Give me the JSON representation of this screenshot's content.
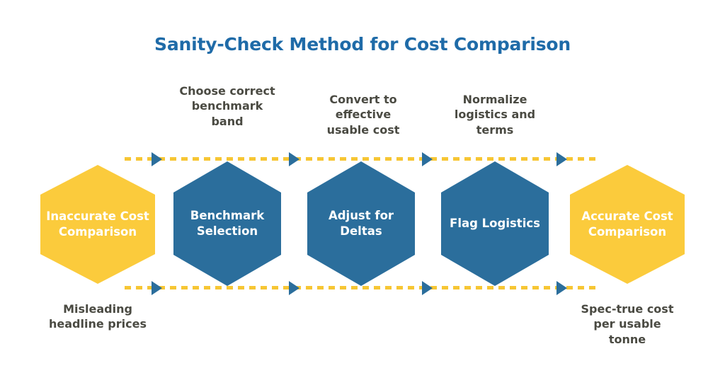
{
  "title": "Sanity-Check Method for Cost Comparison",
  "colors": {
    "title_blue": "#1F6BA8",
    "hex_blue": "#2B6E9C",
    "hex_gold": "#FBCB3C",
    "dash_gold": "#F7C634",
    "caption_text": "#4A4A42",
    "hex_text": "#FFFFFF",
    "background": "#FFFFFF"
  },
  "nodes": [
    {
      "id": "inaccurate-cost-comparison",
      "label": "Inaccurate Cost Comparison",
      "style": "gold"
    },
    {
      "id": "benchmark-selection",
      "label": "Benchmark Selection",
      "style": "blue"
    },
    {
      "id": "adjust-for-deltas",
      "label": "Adjust for Deltas",
      "style": "blue"
    },
    {
      "id": "flag-logistics",
      "label": "Flag Logistics",
      "style": "blue"
    },
    {
      "id": "accurate-cost-comparison",
      "label": "Accurate Cost Comparison",
      "style": "gold"
    }
  ],
  "top_captions": [
    {
      "id": "choose-correct-benchmark-band",
      "label": "Choose correct benchmark band"
    },
    {
      "id": "convert-to-effective-usable-cost",
      "label": "Convert to effective usable cost"
    },
    {
      "id": "normalize-logistics-and-terms",
      "label": "Normalize logistics and terms"
    }
  ],
  "bottom_captions": [
    {
      "id": "misleading-headline-prices",
      "label": "Misleading headline prices"
    },
    {
      "id": "spec-true-cost-per-usable-tonne",
      "label": "Spec-true cost per usable tonne"
    }
  ],
  "flow": {
    "direction": "left-to-right",
    "arrow_count_top": 4,
    "arrow_count_bottom": 4,
    "line_style": "dashed"
  }
}
